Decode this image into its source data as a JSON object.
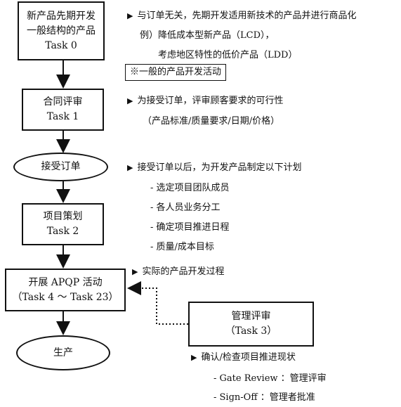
{
  "flow": {
    "task0": {
      "line1": "新产品先期开发",
      "line2": "一般结构的产品",
      "line3": "Task 0"
    },
    "task1": {
      "line1": "合同评审",
      "line2": "Task 1"
    },
    "accept": {
      "label": "接受订单"
    },
    "task2": {
      "line1": "项目策划",
      "line2": "Task 2"
    },
    "apqp": {
      "line1": "开展 APQP 活动",
      "line2": "（Task 4 ～ Task 23）"
    },
    "production": {
      "label": "生产"
    },
    "review": {
      "line1": "管理评审",
      "line2": "（Task 3）"
    }
  },
  "notes": {
    "n0": {
      "bullet": "▶",
      "line1": "与订单无关，先期开发适用新技术的产品并进行商品化",
      "line2": "例）降低成本型新产品（LCD），",
      "line3": "考虑地区特性的低价产品（LDD）",
      "boxed": "※一般的产品开发活动"
    },
    "n1": {
      "bullet": "▶",
      "line1": "为接受订单，评审顾客要求的可行性",
      "line2": "（产品标准/质量要求/日期/价格）"
    },
    "n2": {
      "bullet": "▶",
      "line1": "接受订单以后，为开发产品制定以下计划",
      "items": [
        "- 选定项目团队成员",
        "- 各人员业务分工",
        "- 确定项目推进日程",
        "- 质量/成本目标"
      ]
    },
    "n3": {
      "bullet": "▶",
      "line1": "实际的产品开发过程"
    },
    "n4": {
      "bullet": "▶",
      "line1": "确认/检查项目推进现状",
      "items": [
        "- Gate Review ：管理评审",
        "- Sign-Off ：管理者批准"
      ]
    }
  }
}
